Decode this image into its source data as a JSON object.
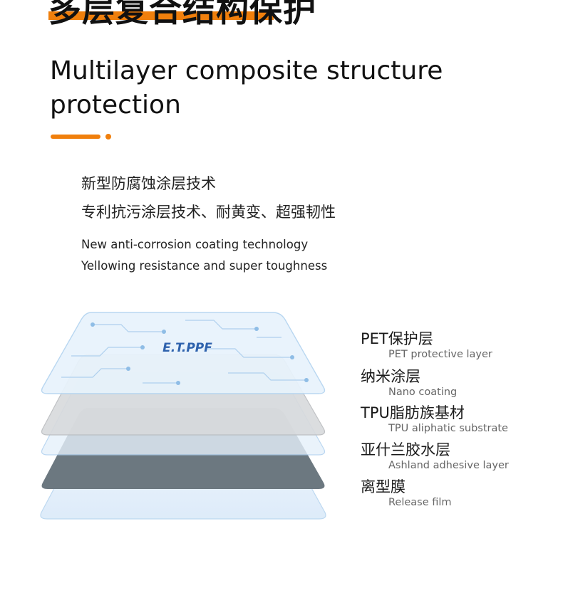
{
  "title_cn": "多层复合结构保护",
  "title_en": "Multilayer composite structure protection",
  "features_cn": [
    "新型防腐蚀涂层技术",
    "专利抗污涂层技术、耐黄变、超强韧性"
  ],
  "features_en": [
    "New anti-corrosion coating technology",
    "Yellowing resistance and super toughness"
  ],
  "brand_logo": "E.T.PPF",
  "layers": [
    {
      "cn": "PET保护层",
      "en": "PET protective layer"
    },
    {
      "cn": "纳米涂层",
      "en": "Nano coating"
    },
    {
      "cn": "TPU脂肪族基材",
      "en": "TPU aliphatic substrate"
    },
    {
      "cn": "亚什兰胶水层",
      "en": "Ashland adhesive layer"
    },
    {
      "cn": "离型膜",
      "en": "Release film"
    }
  ],
  "colors": {
    "accent": "#f07f0c",
    "brand_blue": "#2e62ad",
    "adhesive": "#6c7880",
    "nano": "#d8dadc",
    "film": "#e3f0fb"
  }
}
